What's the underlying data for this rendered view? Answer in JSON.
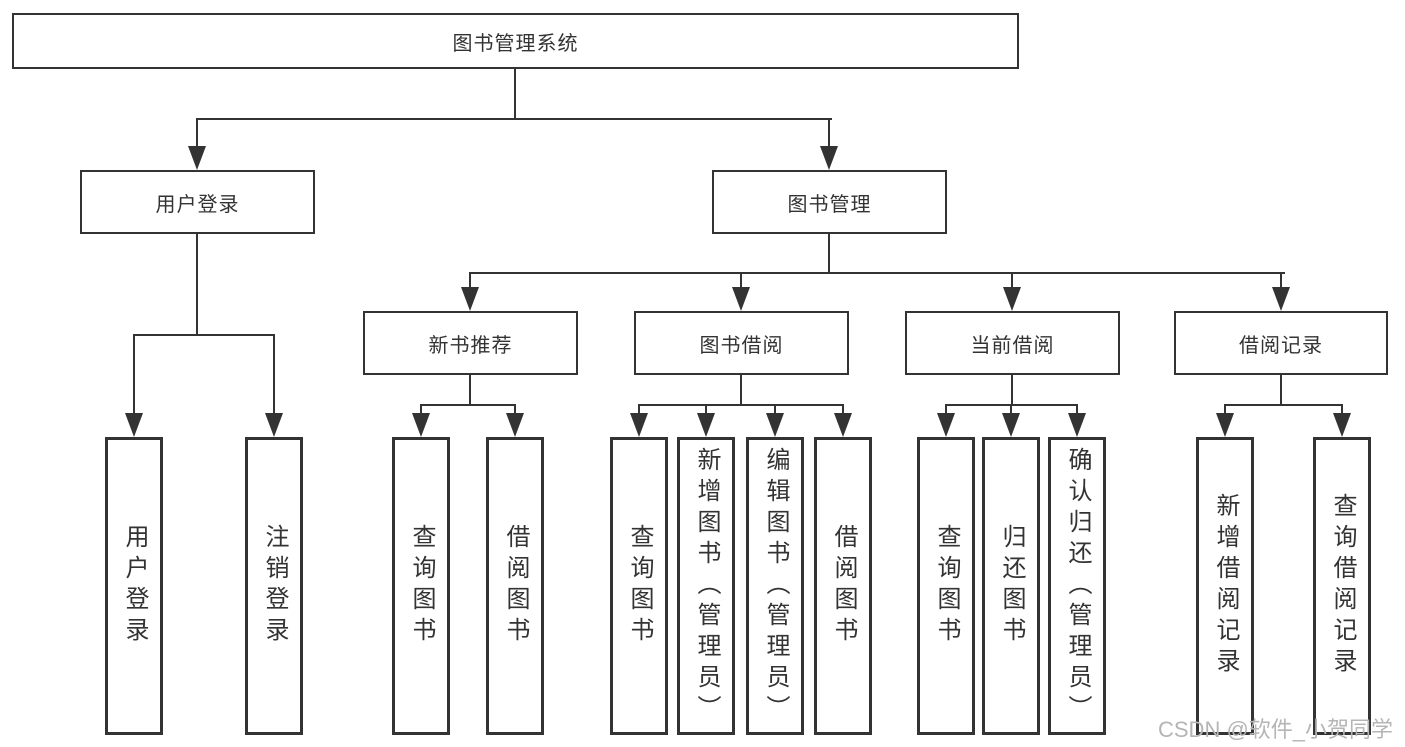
{
  "tree": {
    "root": "图书管理系统",
    "branches": [
      {
        "label": "用户登录",
        "children": [
          {
            "label": "用户登录"
          },
          {
            "label": "注销登录"
          }
        ]
      },
      {
        "label": "图书管理",
        "children": [
          {
            "label": "新书推荐",
            "children": [
              {
                "label": "查询图书"
              },
              {
                "label": "借阅图书"
              }
            ]
          },
          {
            "label": "图书借阅",
            "children": [
              {
                "label": "查询图书"
              },
              {
                "label": "新增图书（管理员）"
              },
              {
                "label": "编辑图书（管理员）"
              },
              {
                "label": "借阅图书"
              }
            ]
          },
          {
            "label": "当前借阅",
            "children": [
              {
                "label": "查询图书"
              },
              {
                "label": "归还图书"
              },
              {
                "label": "确认归还（管理员）"
              }
            ]
          },
          {
            "label": "借阅记录",
            "children": [
              {
                "label": "新增借阅记录"
              },
              {
                "label": "查询借阅记录"
              }
            ]
          }
        ]
      }
    ]
  },
  "watermark": {
    "text": "CSDN @软件_小贺同学"
  },
  "colors": {
    "line": "#333333",
    "text": "#333333",
    "box_background": "#ffffff",
    "watermark": "#b5b5b5",
    "background": "#ffffff"
  }
}
